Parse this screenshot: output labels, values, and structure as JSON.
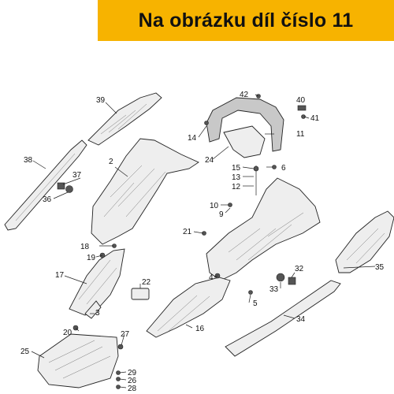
{
  "header": {
    "title": "Na obrázku díl číslo 11",
    "accent_color": "#f7b300"
  },
  "labels": {
    "p2": "2",
    "p3": "3",
    "p4": "4",
    "p5": "5",
    "p6": "6",
    "p9": "9",
    "p10": "10",
    "p11": "11",
    "p12": "12",
    "p13": "13",
    "p14": "14",
    "p15": "15",
    "p16": "16",
    "p17": "17",
    "p18": "18",
    "p19": "19",
    "p20": "20",
    "p21": "21",
    "p22": "22",
    "p24": "24",
    "p25": "25",
    "p26": "26",
    "p27": "27",
    "p28": "28",
    "p29": "29",
    "p32": "32",
    "p33": "33",
    "p34": "34",
    "p35": "35",
    "p36": "36",
    "p37": "37",
    "p38": "38",
    "p39": "39",
    "p40": "40",
    "p41": "41",
    "p42": "42"
  }
}
